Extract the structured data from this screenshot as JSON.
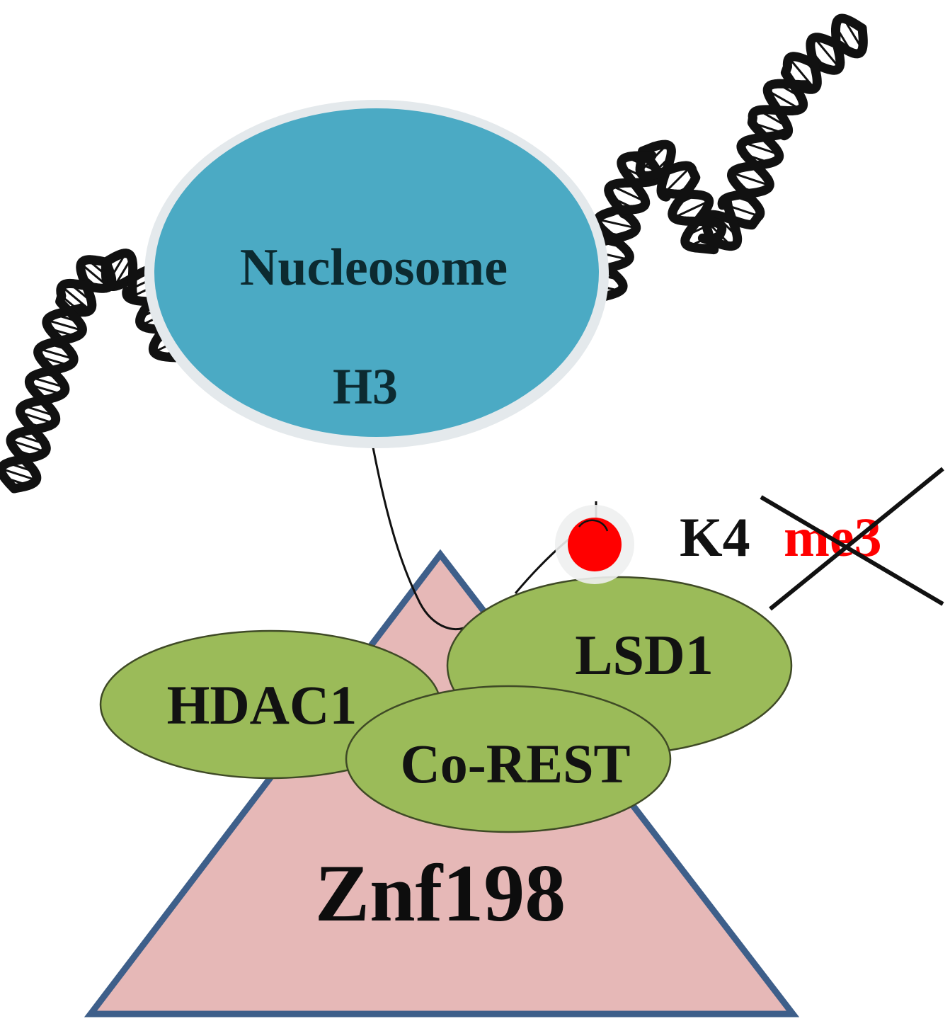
{
  "labels": {
    "nucleosome": "Nucleosome",
    "histone": "H3",
    "lysine": "K4",
    "methylation": "me3",
    "lsd1": "LSD1",
    "hdac1": "HDAC1",
    "corest": "Co-REST",
    "znf198": "Znf198"
  },
  "colors": {
    "nucleosome_fill": "#4baac4",
    "nucleosome_rim": "#e4e9ec",
    "complex_fill": "#9bbb59",
    "complex_stroke": "#3f4a26",
    "znf_fill": "#e6b8b7",
    "znf_stroke": "#3e5f8a",
    "methyl_dot": "#ff0000",
    "methyl_text": "#ff0000",
    "cross": "#111111",
    "dna": "#111111"
  },
  "icons": {
    "dna_left": "dna-double-helix",
    "dna_right": "dna-double-helix",
    "methyl_group": "red-dot",
    "removal_mark": "x-cross"
  }
}
